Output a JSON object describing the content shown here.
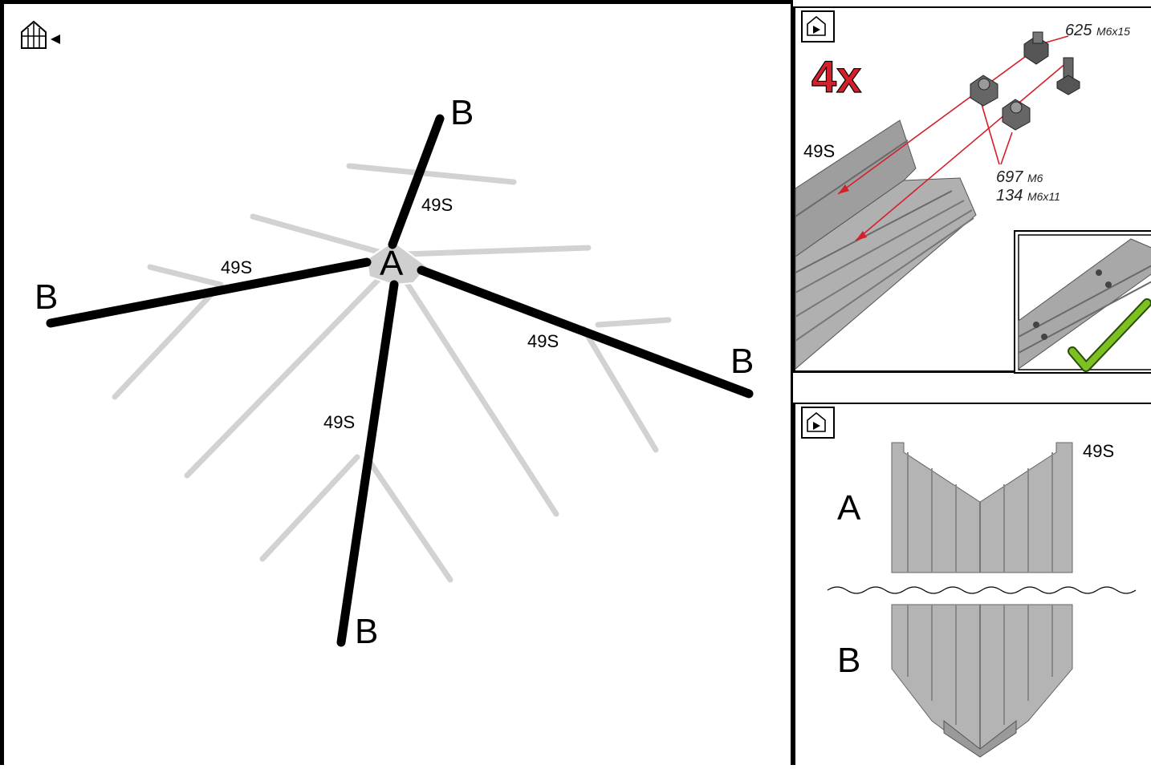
{
  "main": {
    "hub_label": "A",
    "end_label": "B",
    "part_label": "49S",
    "icon": "greenhouse-direction-icon"
  },
  "hardware": {
    "quantity": "4x",
    "part_label": "49S",
    "callouts": [
      {
        "number": "625",
        "spec": "M6x15"
      },
      {
        "number": "697",
        "spec": "M6"
      },
      {
        "number": "134",
        "spec": "M6x11"
      }
    ],
    "icon": "greenhouse-play-icon",
    "check_icon": "checkmark-icon"
  },
  "profile": {
    "part_label": "49S",
    "top_label": "A",
    "bottom_label": "B",
    "icon": "greenhouse-play-icon"
  },
  "colors": {
    "accent": "#d4202a",
    "check": "#7cc11f",
    "ghost": "#d2d2d2",
    "profile_gray": "#a9a9a9"
  }
}
